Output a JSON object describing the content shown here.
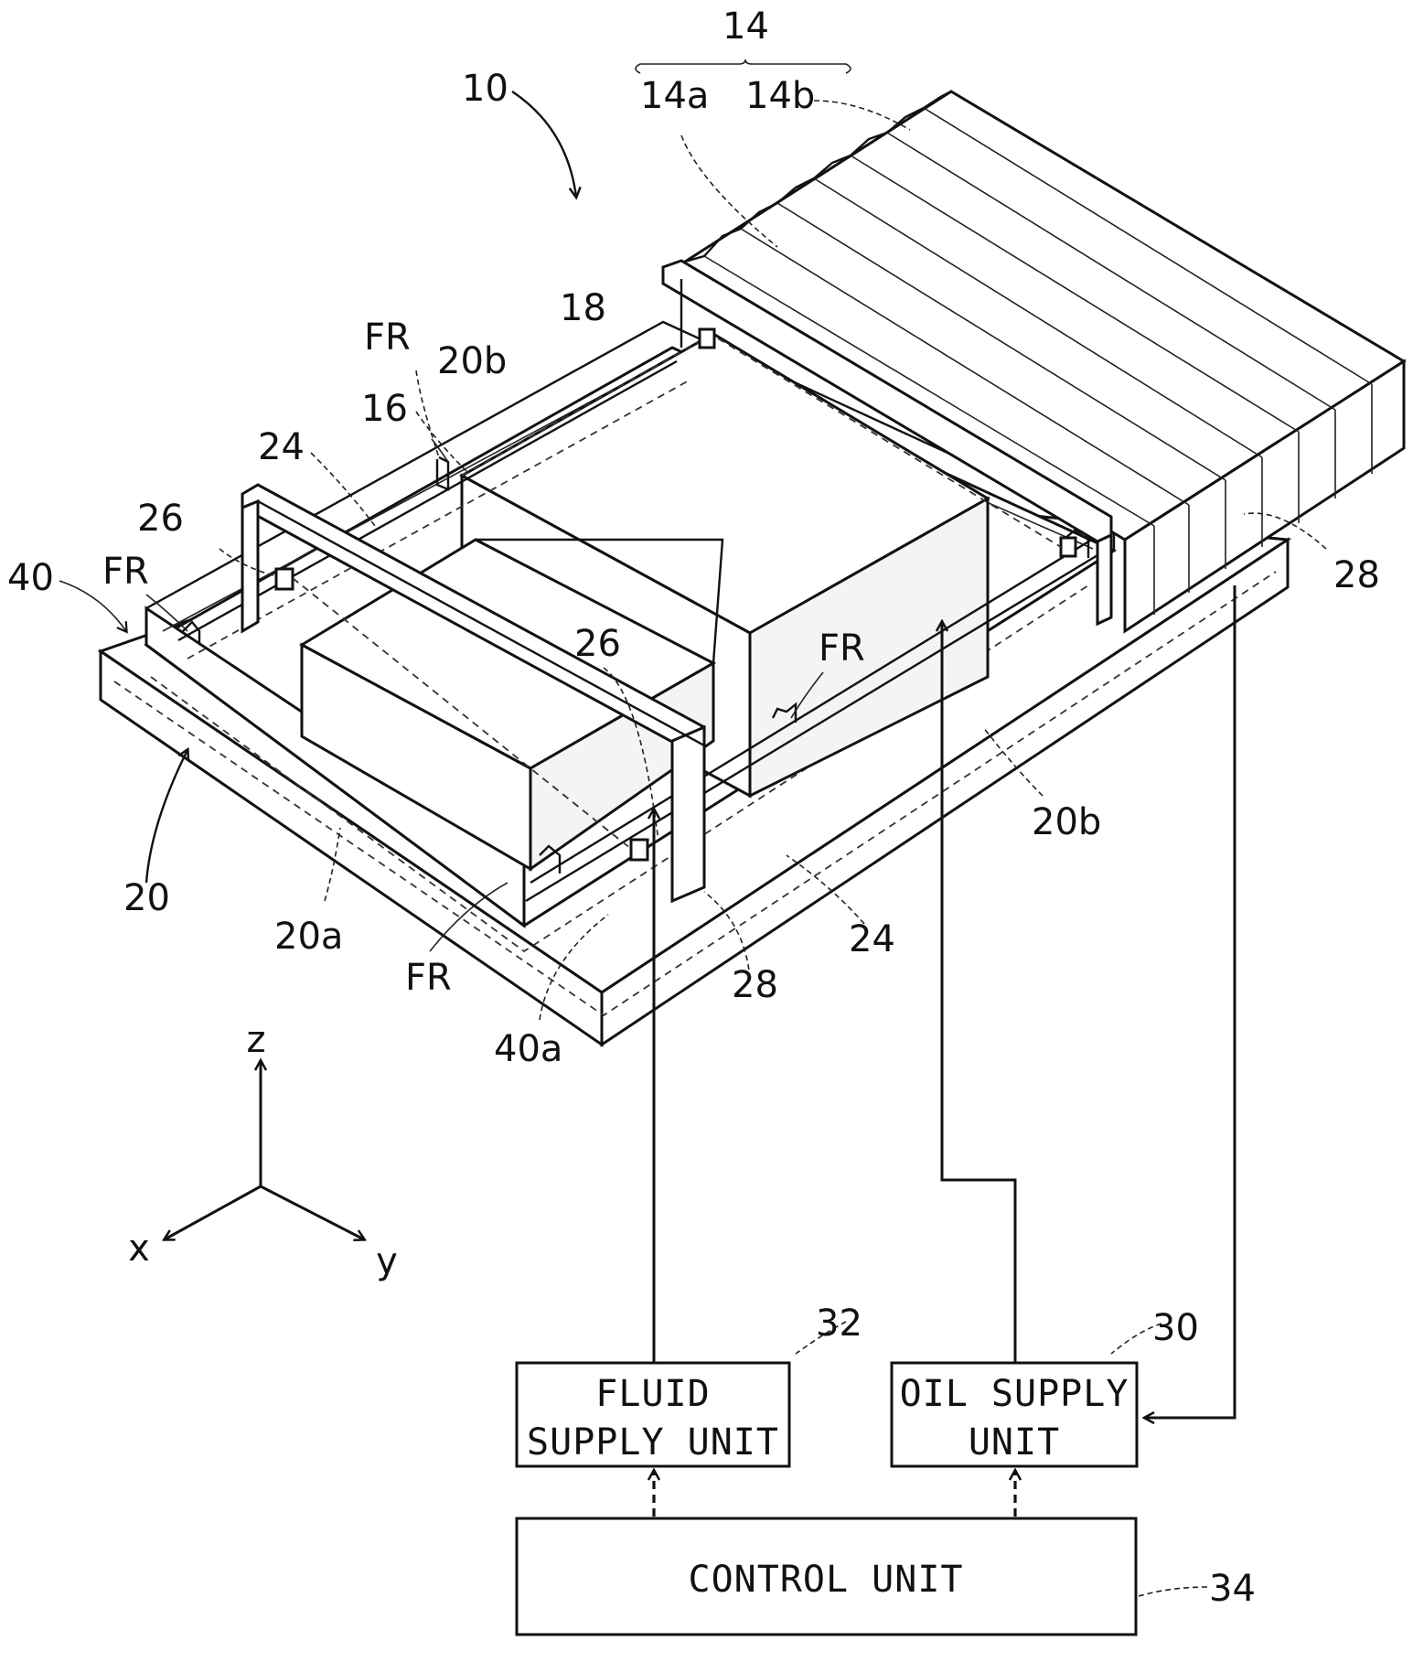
{
  "labels": {
    "l14": "14",
    "l14a": "14a",
    "l14b": "14b",
    "l10": "10",
    "l18": "18",
    "lFR_top": "FR",
    "l20b_top": "20b",
    "l16": "16",
    "l24_left": "24",
    "l26_left": "26",
    "l40": "40",
    "lFR_left": "FR",
    "l26_mid": "26",
    "lFR_mid": "FR",
    "l28_right": "28",
    "l20b_right": "20b",
    "l20": "20",
    "l20a": "20a",
    "lFR_bottom": "FR",
    "l28_bottom": "28",
    "l24_bottom": "24",
    "l40a": "40a",
    "l32": "32",
    "l30": "30",
    "l34": "34"
  },
  "axes": {
    "z": "z",
    "x": "x",
    "y": "y"
  },
  "boxes": {
    "fluid_line1": "FLUID",
    "fluid_line2": "SUPPLY UNIT",
    "oil_line1": "OIL SUPPLY",
    "oil_line2": "UNIT",
    "control": "CONTROL UNIT"
  }
}
